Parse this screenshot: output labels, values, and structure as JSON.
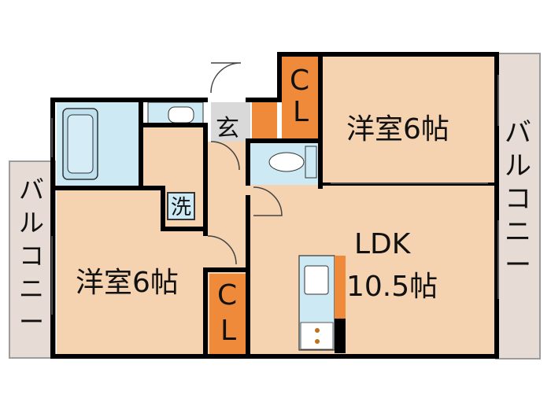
{
  "rooms": {
    "western_room_top_right": {
      "name": "洋室6帖"
    },
    "western_room_left": {
      "name": "洋室6帖"
    },
    "ldk": {
      "name": "LDK",
      "size": "10.5帖"
    }
  },
  "closets": {
    "top": {
      "c": "C",
      "l": "L"
    },
    "bottom": {
      "c": "C",
      "l": "L"
    }
  },
  "entrance": {
    "label": "玄"
  },
  "washer": {
    "label": "洗"
  },
  "balcony_right": {
    "chars": [
      "バ",
      "ル",
      "コ",
      "ニ",
      "ー"
    ]
  },
  "balcony_left": {
    "chars": [
      "バ",
      "ル",
      "コ",
      "ニ",
      "ー"
    ]
  },
  "colors": {
    "room_floor": "#f5d3b0",
    "closet": "#ee8a3a",
    "balcony": "#e7dcd5",
    "wet_area": "#cce9f4",
    "entrance_floor": "#d9d9d9",
    "wall": "#000000"
  }
}
